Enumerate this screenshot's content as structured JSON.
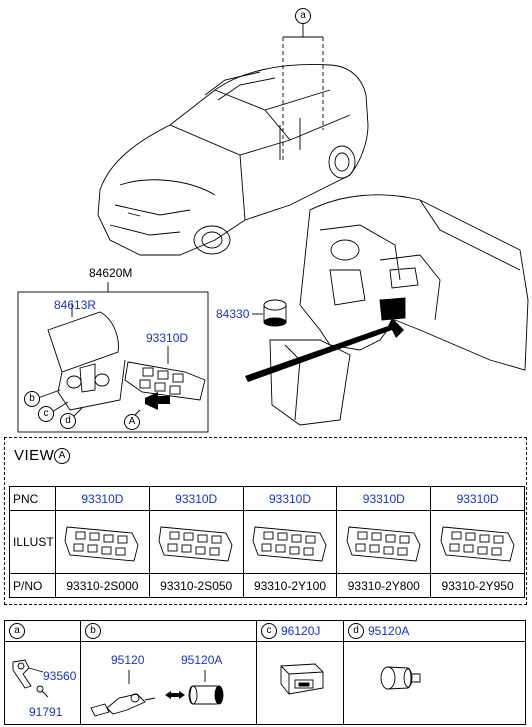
{
  "callouts": {
    "a": "a",
    "b": "b",
    "c": "c",
    "d": "d",
    "A": "A"
  },
  "labels": {
    "assembly": "84620M",
    "cover": "84613R",
    "switch": "93310D",
    "socket": "84330"
  },
  "view": {
    "title": "VIEW",
    "circle": "A",
    "row_headers": [
      "PNC",
      "ILLUST",
      "P/NO"
    ],
    "pnc": [
      "93310D",
      "93310D",
      "93310D",
      "93310D",
      "93310D"
    ],
    "part_numbers": [
      "93310-2S000",
      "93310-2S050",
      "93310-2Y100",
      "93310-2Y800",
      "93310-2Y950"
    ]
  },
  "parts": {
    "a": {
      "circle": "a",
      "numbers": [
        "93560",
        "91791"
      ]
    },
    "b": {
      "circle": "b",
      "numbers": [
        "95120",
        "95120A"
      ]
    },
    "c": {
      "circle": "c",
      "number": "96120J"
    },
    "d": {
      "circle": "d",
      "number": "95120A"
    }
  }
}
